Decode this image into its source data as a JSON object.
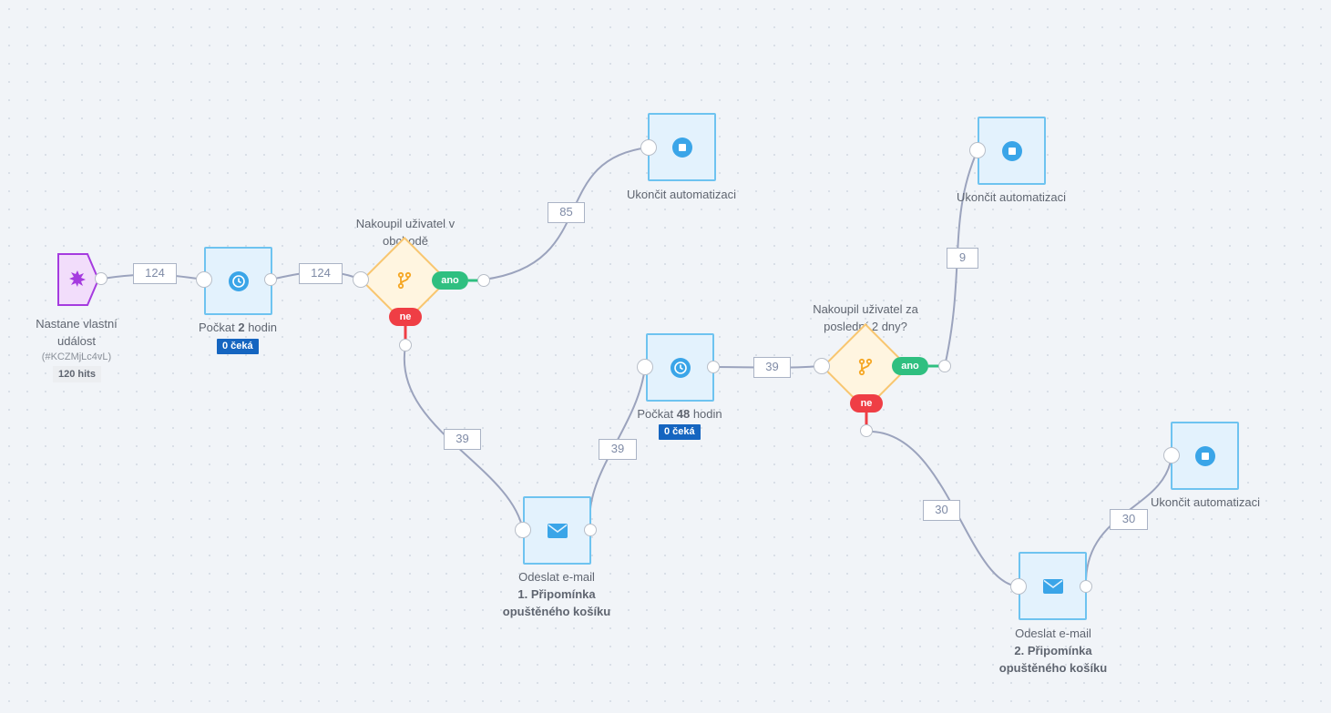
{
  "colors": {
    "background": "#f1f4f8",
    "node_fill": "#e3f2fd",
    "node_border": "#6ec3f0",
    "icon_blue": "#3aa5e8",
    "trigger_purple": "#a53bdf",
    "condition_fill": "#fff5e0",
    "condition_border": "#f8c670",
    "yes_green": "#2fbf80",
    "no_red": "#ef3e45",
    "badge_blue": "#1565c0",
    "edge": "#9ba3bd"
  },
  "trigger": {
    "icon": "event-star-icon",
    "title": "Nastane vlastní událost",
    "id": "(#KCZMjLc4vL)",
    "hits": "120 hits"
  },
  "wait1": {
    "icon": "clock-icon",
    "label_prefix": "Počkat ",
    "label_value": "2",
    "label_suffix": " hodin",
    "badge": "0 čeká"
  },
  "condition1": {
    "icon": "branch-icon",
    "title": "Nakoupil uživatel v obchodě",
    "yes": "ano",
    "no": "ne"
  },
  "end1": {
    "icon": "stop-icon",
    "label": "Ukončit automatizaci"
  },
  "email1": {
    "icon": "envelope-icon",
    "label": "Odeslat e-mail",
    "subject": "1. Připomínka opuštěného košíku"
  },
  "wait2": {
    "icon": "clock-icon",
    "label_prefix": "Počkat ",
    "label_value": "48",
    "label_suffix": " hodin",
    "badge": "0 čeká"
  },
  "condition2": {
    "icon": "branch-icon",
    "title": "Nakoupil uživatel za poslední 2 dny?",
    "yes": "ano",
    "no": "ne"
  },
  "end2": {
    "icon": "stop-icon",
    "label": "Ukončit automatizaci"
  },
  "email2": {
    "icon": "envelope-icon",
    "label": "Odeslat e-mail",
    "subject": "2. Připomínka opuštěného košíku"
  },
  "end3": {
    "icon": "stop-icon",
    "label": "Ukončit automatizaci"
  },
  "edges": {
    "trigger_to_wait1": "124",
    "wait1_to_condition1": "124",
    "condition1_yes": "85",
    "condition1_no": "39",
    "email1_to_wait2": "39",
    "wait2_to_condition2": "39",
    "condition2_yes": "9",
    "condition2_no": "30",
    "email2_to_end3": "30"
  }
}
